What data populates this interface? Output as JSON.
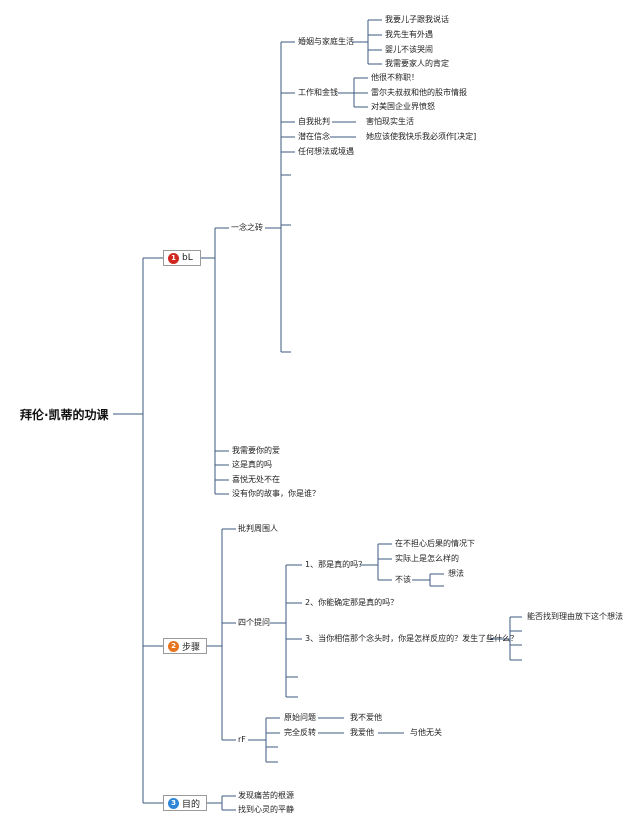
{
  "root": "拜伦·凯蒂的功课",
  "colors": {
    "line": "#3d5a80",
    "badge1": "#d0281e",
    "badge2": "#e8741e",
    "badge3": "#2f86d6"
  },
  "branch1": {
    "number": "1",
    "label": "bL",
    "sub": "一念之砖",
    "topics": {
      "marriage": "婚姻与家庭生活",
      "marriage_items": [
        "我要儿子跟我说话",
        "我先生有外遇",
        "婴儿不该哭闹",
        "我需要家人的肯定"
      ],
      "work": "工作和金钱",
      "work_items": [
        "他很不称职！",
        "雷尔夫叔叔和他的股市情报",
        "对美国企业界愤怒"
      ],
      "self": "自我批判",
      "self_item": "害怕现实生活",
      "hidden": "潜在信念",
      "hidden_item": "她应该使我快乐我必须作[决定]",
      "any": "任何想法或境遇"
    },
    "extras": [
      "我需要你的爱",
      "这是真的吗",
      "喜悦无处不在",
      "没有你的故事，你是谁？"
    ]
  },
  "branch2": {
    "number": "2",
    "label": "步骤",
    "judge": "批判周围人",
    "four": "四个提问",
    "q1": "1、那是真的吗？",
    "q1_items": [
      "在不担心后果的情况下",
      "实际上是怎么样的"
    ],
    "q1_not": "不该",
    "q1_idea": "想法",
    "q2": "2、你能确定那是真的吗？",
    "q3": "3、当你相信那个念头时，你是怎样反应的？发生了些什么？",
    "q3_item": "能否找到理由放下这个想法",
    "re": "rF",
    "re_items": {
      "orig": "原始问题",
      "orig_val": "我不爱他",
      "full": "完全反转",
      "full_val": "我爱他",
      "full_val2": "与他无关"
    }
  },
  "branch3": {
    "number": "3",
    "label": "目的",
    "items": [
      "发现痛苦的根源",
      "找到心灵的平静"
    ]
  }
}
